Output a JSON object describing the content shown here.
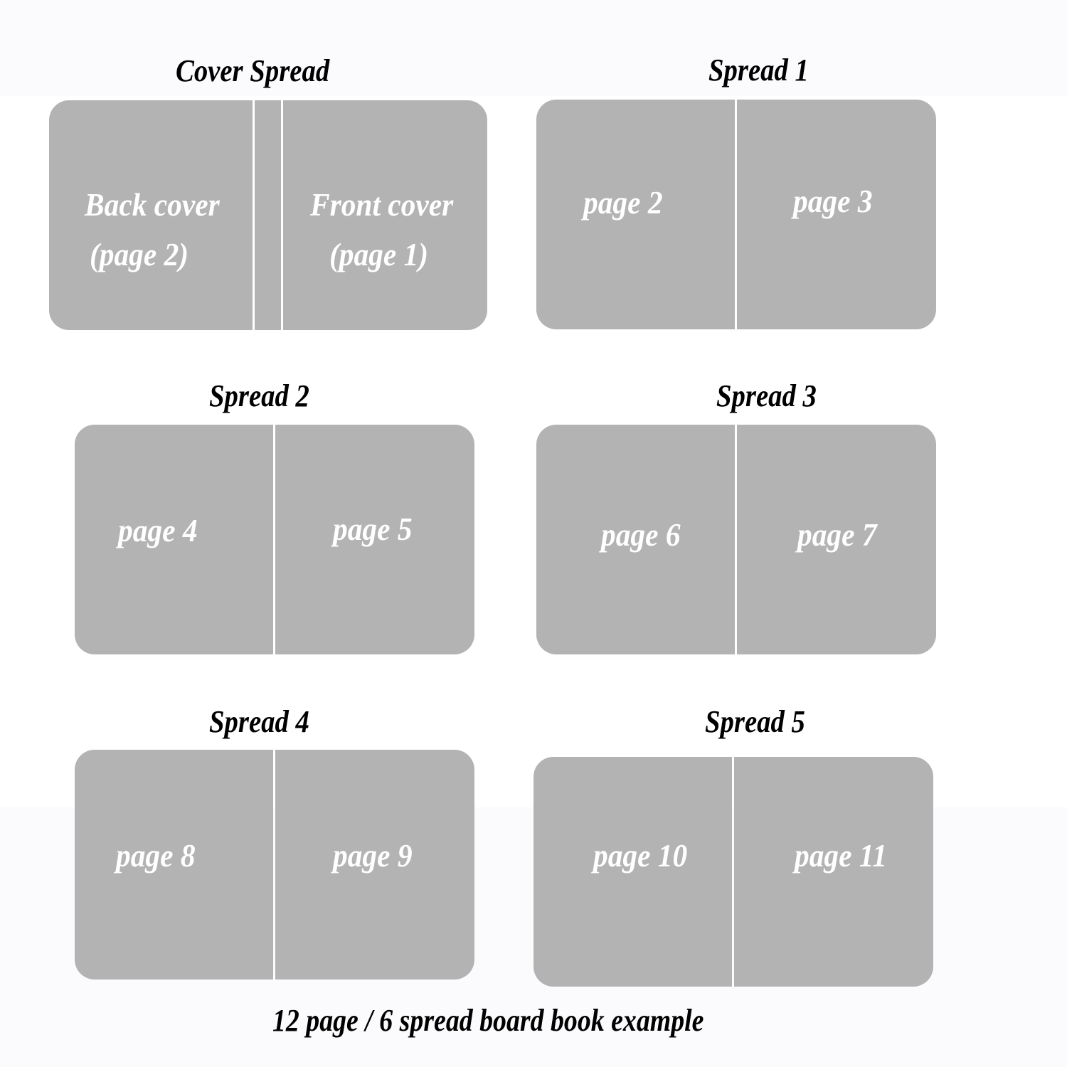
{
  "colors": {
    "page_fill": "#b4b3b4",
    "gutter": "#ffffff",
    "label_text": "#ffffff",
    "title_text": "#000000",
    "background": "#ffffff",
    "background_band": "#fbfbfd"
  },
  "spreads": [
    {
      "title": "Cover  Spread",
      "left_page": {
        "line1": "Back cover",
        "line2": "(page 2)"
      },
      "right_page": {
        "line1": "Front cover",
        "line2": "(page 1)"
      },
      "has_spine": true
    },
    {
      "title": "Spread 1",
      "left_page": {
        "line1": "page 2"
      },
      "right_page": {
        "line1": "page 3"
      }
    },
    {
      "title": "Spread 2",
      "left_page": {
        "line1": "page 4"
      },
      "right_page": {
        "line1": "page 5"
      }
    },
    {
      "title": "Spread 3",
      "left_page": {
        "line1": "page 6"
      },
      "right_page": {
        "line1": "page 7"
      }
    },
    {
      "title": "Spread 4",
      "left_page": {
        "line1": "page 8"
      },
      "right_page": {
        "line1": "page 9"
      }
    },
    {
      "title": "Spread 5",
      "left_page": {
        "line1": "page 10"
      },
      "right_page": {
        "line1": "page 11"
      }
    }
  ],
  "caption": "12 page / 6 spread board book example"
}
